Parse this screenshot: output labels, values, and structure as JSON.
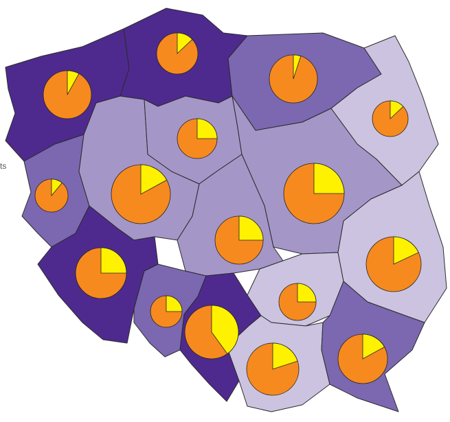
{
  "edge_text": "ts",
  "colors": {
    "level_1": "#4e2a8e",
    "level_2": "#7b68b0",
    "level_3": "#a596c8",
    "level_4": "#cbc3e0",
    "pie_main": "#f68a1f",
    "pie_share": "#fff200",
    "border": "#2a2a2a"
  },
  "regions": [
    {
      "id": "zachodniopomorskie",
      "level": 1,
      "share": 0.08
    },
    {
      "id": "pomorskie",
      "level": 1,
      "share": 0.13
    },
    {
      "id": "warminsko-mazurskie",
      "level": 2,
      "share": 0.05
    },
    {
      "id": "podlaskie",
      "level": 4,
      "share": 0.13
    },
    {
      "id": "lubuskie",
      "level": 2,
      "share": 0.11
    },
    {
      "id": "wielkopolskie",
      "level": 3,
      "share": 0.17
    },
    {
      "id": "kujawsko-pomorskie",
      "level": 3,
      "share": 0.25
    },
    {
      "id": "mazowieckie",
      "level": 3,
      "share": 0.25
    },
    {
      "id": "lodzkie",
      "level": 3,
      "share": 0.25
    },
    {
      "id": "dolnoslaskie",
      "level": 1,
      "share": 0.25
    },
    {
      "id": "opolskie",
      "level": 2,
      "share": 0.25
    },
    {
      "id": "slaskie",
      "level": 1,
      "share": 0.4
    },
    {
      "id": "swietokrzyskie",
      "level": 4,
      "share": 0.25
    },
    {
      "id": "lubelskie",
      "level": 4,
      "share": 0.18
    },
    {
      "id": "malopolskie",
      "level": 4,
      "share": 0.2
    },
    {
      "id": "podkarpackie",
      "level": 2,
      "share": 0.17
    }
  ]
}
